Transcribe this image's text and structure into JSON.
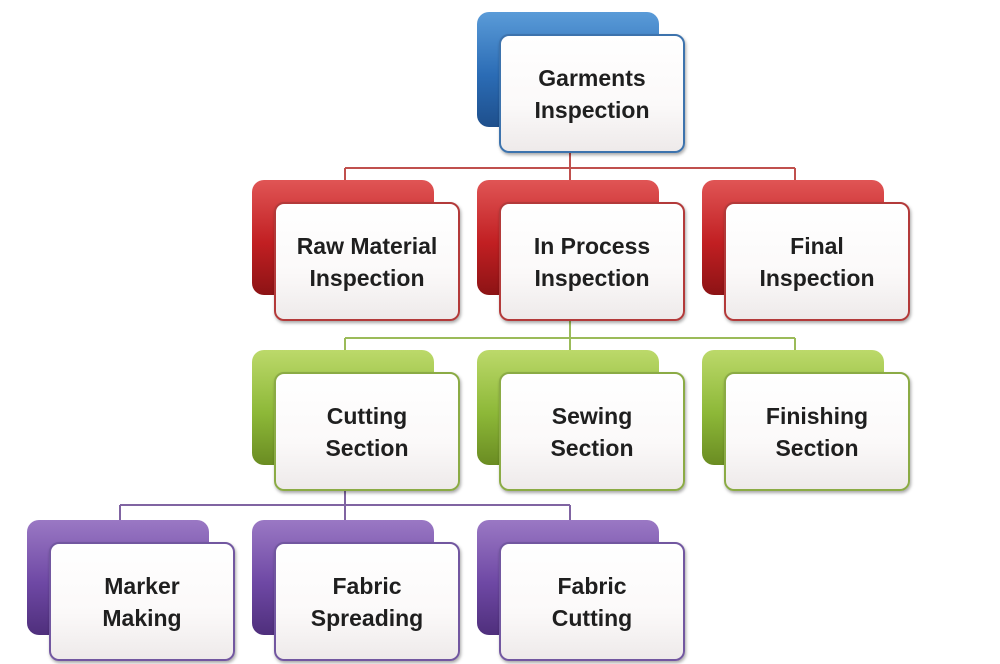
{
  "diagram": {
    "colors": {
      "blue": "#2b6cb5",
      "red": "#c11f22",
      "green": "#8db838",
      "purple": "#6e48a4",
      "connector_red": "#c0504d",
      "connector_green": "#9bbb59",
      "connector_purple": "#8064a2"
    },
    "nodes": {
      "root": {
        "label": "Garments\nInspection"
      },
      "raw_material": {
        "label": "Raw Material\nInspection"
      },
      "in_process": {
        "label": "In Process\nInspection"
      },
      "final": {
        "label": "Final\nInspection"
      },
      "cutting": {
        "label": "Cutting\nSection"
      },
      "sewing": {
        "label": "Sewing\nSection"
      },
      "finishing": {
        "label": "Finishing\nSection"
      },
      "marker": {
        "label": "Marker\nMaking"
      },
      "spreading": {
        "label": "Fabric\nSpreading"
      },
      "fabric_cutting": {
        "label": "Fabric\nCutting"
      }
    },
    "edges": [
      {
        "from": "root",
        "to": "raw_material"
      },
      {
        "from": "root",
        "to": "in_process"
      },
      {
        "from": "root",
        "to": "final"
      },
      {
        "from": "in_process",
        "to": "cutting"
      },
      {
        "from": "in_process",
        "to": "sewing"
      },
      {
        "from": "in_process",
        "to": "finishing"
      },
      {
        "from": "cutting",
        "to": "marker"
      },
      {
        "from": "cutting",
        "to": "spreading"
      },
      {
        "from": "cutting",
        "to": "fabric_cutting"
      }
    ]
  }
}
